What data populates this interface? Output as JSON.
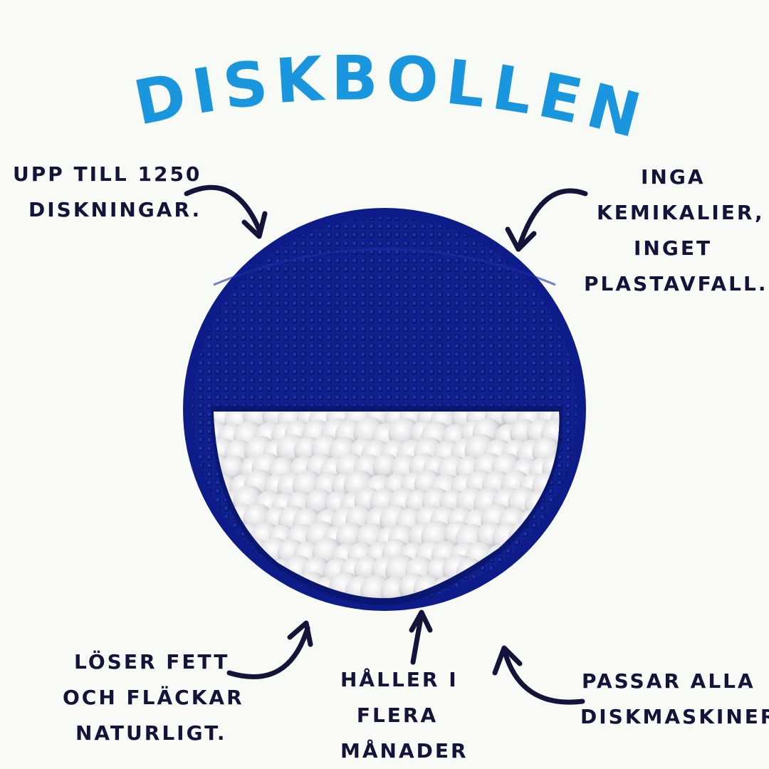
{
  "title": "DISKBOLLEN",
  "callouts": {
    "top_left": [
      "UPP TILL 1250",
      "DISKNINGAR."
    ],
    "top_right": [
      "INGA",
      "KEMIKALIER,",
      "INGET",
      "PLASTAVFALL."
    ],
    "bottom_left": [
      "LÖSER FETT",
      "OCH FLÄCKAR",
      "NATURLIGT."
    ],
    "bottom_center": [
      "HÅLLER I",
      "FLERA",
      "MÅNADER"
    ],
    "bottom_right": [
      "PASSAR ALLA",
      "DISKMASKINER."
    ]
  },
  "colors": {
    "title": "#1a96de",
    "text": "#14143a",
    "disc": "#0f1f8f",
    "background": "#f8fbf5",
    "pellet": "#e3e3e6"
  },
  "icons": [
    "curved-arrow-icon"
  ]
}
